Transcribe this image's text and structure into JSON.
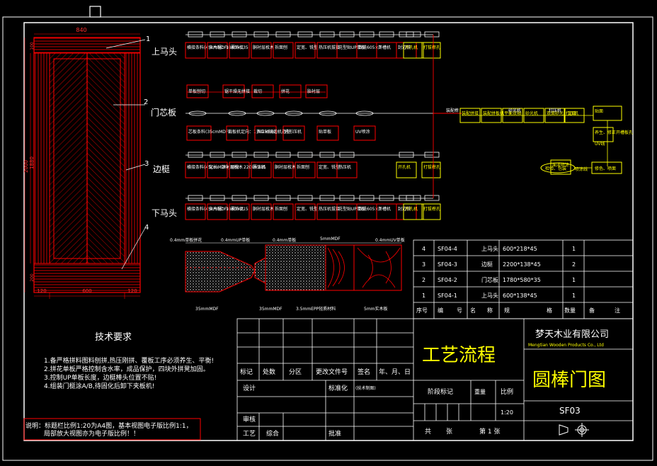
{
  "dims": {
    "width_top": "840",
    "h_total": "2000",
    "h_inner": "1880",
    "rail_top": "100",
    "rail_bottom": "200",
    "stile_l": "120",
    "center": "600",
    "stile_r": "120"
  },
  "callouts": [
    "1",
    "2",
    "3",
    "4"
  ],
  "part_labels": [
    "上马头",
    "门芯板",
    "边梃",
    "下马头"
  ],
  "row1_boxes": [
    "横接条料(45cmMDF)",
    "多片锯：1860×135",
    "裹饰机",
    "胴衬层枚木",
    "拆面刨",
    "定宽、铣型",
    "热压机拔接",
    "花型贴UP单板",
    "数铣605×3",
    "开槽机",
    "封边铣",
    "开孔机",
    "打拔榫孔"
  ],
  "row2a_boxes": [
    "单板刨切",
    "锯干燥无拼接",
    "裁切",
    "拼花",
    "胎衬层"
  ],
  "row2b_boxes": [
    "芯板条料(35cmMDF)",
    "裁板机定向：1780×580",
    "多立轴铣边机造型",
    "异形压机",
    "贴单板",
    "UV喷涂"
  ],
  "row3_boxes": [
    "横接条料(45cmMDF)",
    "定长、浓衬层枚木",
    "刚分：2200×135",
    "裹饰机",
    "胴衬层枚木",
    "拆面刨",
    "定宽、铣型",
    "热压机",
    "开孔机",
    "打拔榫孔"
  ],
  "row4_boxes": [
    "横接条料(45cmMDF)",
    "多片锯：1860×215",
    "裹饰机",
    "胴衬层枚木",
    "拆面刨",
    "定宽、铣型",
    "热压机拔接",
    "花型贴UP单板",
    "数铣605×3",
    "开槽机",
    "封边铣",
    "开孔机",
    "打拔榫孔"
  ],
  "assembly_boxes": [
    "装配拼接",
    "装配拼板机",
    "平衡双轴",
    "砂光机",
    "双面砂光、定厚",
    "打压机",
    "贴面",
    "养生、修正开槽板孔",
    "UV线",
    "面漆喷涂",
    "喷涂线"
  ],
  "assembly_labels": [
    "装配榫",
    "砂光机",
    "打压机"
  ],
  "finish_boxes": [
    "检验、包装",
    "修色、喷面"
  ],
  "section_labels": [
    "0.4mm单板拼花",
    "0.4mmUP单板",
    "0.4mm单板",
    "5mmMDF",
    "0.4mmUV单板",
    "35mmMDF",
    "35mmMDF",
    "3.5mmEPP轻质材料",
    "5mm实木板"
  ],
  "parts_table": {
    "rows": [
      [
        "4",
        "SF04-4",
        "上马头",
        "600*218*45",
        "1",
        ""
      ],
      [
        "3",
        "SF04-3",
        "边梃",
        "2200*138*45",
        "2",
        ""
      ],
      [
        "2",
        "SF04-2",
        "门芯板",
        "1780*580*35",
        "1",
        ""
      ],
      [
        "1",
        "SF04-1",
        "上马头",
        "600*138*45",
        "1",
        ""
      ]
    ],
    "headers": [
      "序号",
      "编",
      "号",
      "名",
      "称",
      "规",
      "格",
      "数量",
      "备",
      "注"
    ]
  },
  "tech": {
    "title": "技术要求",
    "items": [
      "1.备严格拼料图料刨拼,热压刚拼、覆板工序必须养生、平衡!",
      "2.拼花单板严格控制含水率，成品保护，四块外拼凳加固。",
      "3.控制UP单板长度，边梃棒头位置不贴!",
      "4.组装门梃涂A/B,待固化后卸下夹板机!"
    ],
    "note_line1": "说明：标题栏比例1:20为A4图，基本视图电子版比例1:1，",
    "note_line2": "局部放大视图亦为电子版比例！！"
  },
  "title_block": {
    "row_labels1": [
      "标记",
      "处数",
      "分区",
      "更改文件号",
      "签名",
      "年、月、日"
    ],
    "design": "设计",
    "standardize": "标准化",
    "tech_sign": "(技术制图)",
    "stage_mark": "阶段标记",
    "weight": "重量",
    "ratio": "比例",
    "scale": "1:20",
    "audit": "审核",
    "process": "工艺",
    "integrate": "综合",
    "approve": "批准",
    "total": "共",
    "sheets": "张",
    "page": "第 1 张",
    "main_title": "工艺流程",
    "company": "梦天木业有限公司",
    "company_en": "Mengtian Wooden Products Co., Ltd",
    "drawing_name": "圆棒门图",
    "drawing_no": "SF03"
  }
}
